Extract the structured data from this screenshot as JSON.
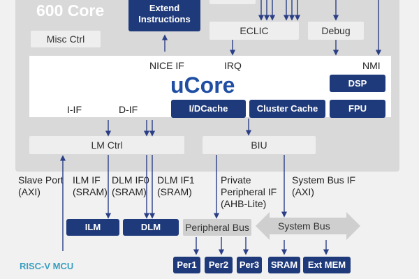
{
  "header": {
    "title": "600 Core"
  },
  "core": {
    "extend_instructions": "Extend Instructions",
    "misc_ctrl": "Misc Ctrl",
    "eclic": "ECLIC",
    "debug": "Debug",
    "ucore": "uCore",
    "nice_if": "NICE IF",
    "irq": "IRQ",
    "nmi": "NMI",
    "i_if": "I-IF",
    "d_if": "D-IF",
    "dsp": "DSP",
    "idcache": "I/DCache",
    "cluster_cache": "Cluster Cache",
    "fpu": "FPU",
    "lm_ctrl": "LM Ctrl",
    "biu": "BIU"
  },
  "interfaces": {
    "slave_port": [
      "Slave Port",
      "(AXI)"
    ],
    "ilm_if": [
      "ILM IF",
      "(SRAM)"
    ],
    "dlm_if0": [
      "DLM IF0",
      "(SRAM)"
    ],
    "dlm_if1": [
      "DLM IF1",
      "(SRAM)"
    ],
    "private_peripheral_if": [
      "Private",
      "Peripheral IF",
      "(AHB-Lite)"
    ],
    "system_bus_if": [
      "System Bus IF",
      "(AXI)"
    ]
  },
  "memories": {
    "ilm": "ILM",
    "dlm": "DLM"
  },
  "buses": {
    "peripheral_bus": "Peripheral Bus",
    "system_bus": "System Bus"
  },
  "peripherals": [
    "Per1",
    "Per2",
    "Per3"
  ],
  "system_mem": [
    "SRAM",
    "Ext MEM"
  ],
  "brand": "RISC-V MCU",
  "colors": {
    "navy": "#1f3a7a",
    "ucore_blue": "#1f4ea3",
    "wire": "#2b3f86",
    "brand": "#3a9fc0"
  }
}
